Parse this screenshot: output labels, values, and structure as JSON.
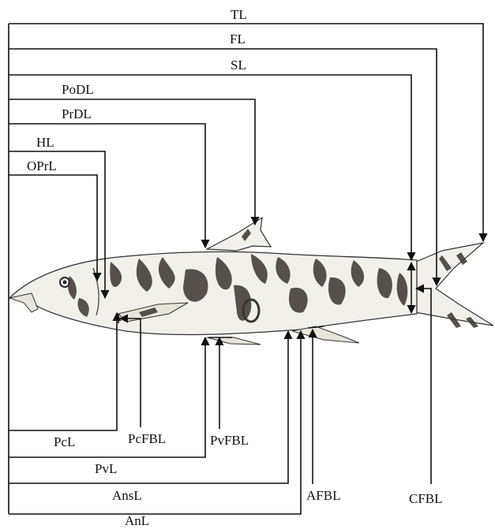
{
  "labels": {
    "tl": "TL",
    "fl": "FL",
    "sl": "SL",
    "podl": "PoDL",
    "prdl": "PrDL",
    "hl": "HL",
    "oprl": "OPrL",
    "pcl": "PcL",
    "pcfbl": "PcFBL",
    "pvfbl": "PvFBL",
    "pvl": "PvL",
    "ansl": "AnsL",
    "afbl": "AFBL",
    "cfbl": "CFBL",
    "anl": "AnL"
  },
  "colors": {
    "line": "#111111",
    "body_fill": "#f2f0ea",
    "pattern": "#3a3530"
  }
}
